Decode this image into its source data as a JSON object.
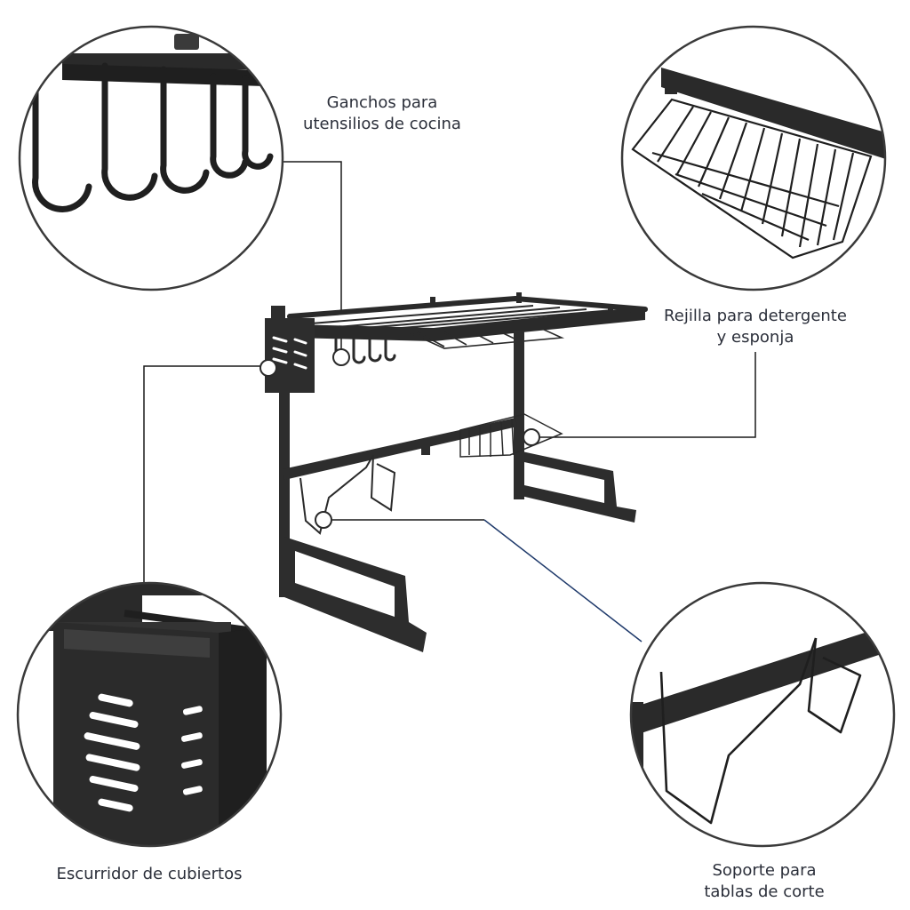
{
  "labels": {
    "hooks": {
      "line1": "Ganchos para",
      "line2": "utensilios de cocina"
    },
    "detergent_rack": {
      "line1": "Rejilla para detergente",
      "line2": "y esponja"
    },
    "cutlery_drainer": {
      "line1": "Escurridor de cubiertos"
    },
    "board_holder": {
      "line1": "Soporte para",
      "line2": "tablas de corte"
    }
  },
  "colors": {
    "text": "#2b2f3a",
    "metal": "#2a2a2a",
    "circle_border": "#3a3a3a",
    "leader_line": "#1a1a1a",
    "leader_line_blue": "#1f3a6b"
  }
}
